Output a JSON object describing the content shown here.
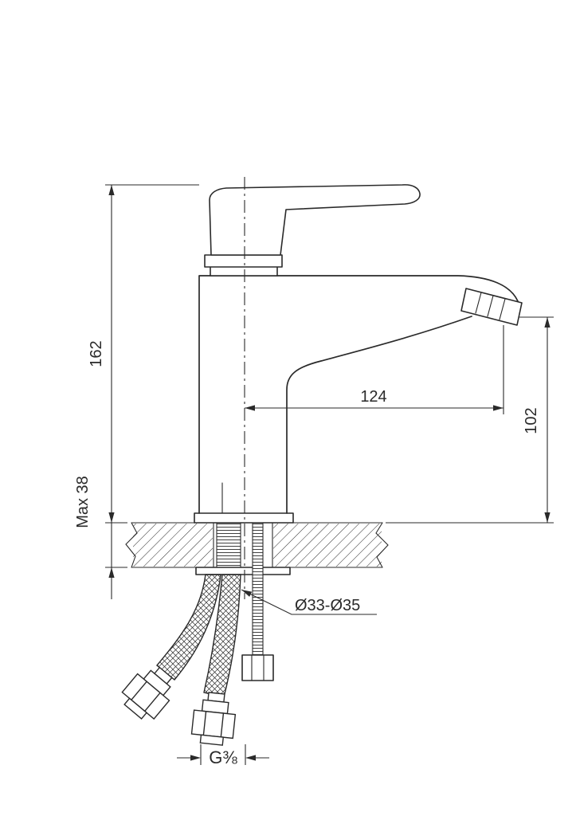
{
  "colors": {
    "line": "#2a2a2a",
    "background": "#ffffff"
  },
  "dimensions": {
    "total_height": "162",
    "max_deck_thickness": "Max 38",
    "spout_reach": "124",
    "outlet_height": "102",
    "hole_diameter": "Ø33-Ø35",
    "thread_size": "G⅜"
  }
}
